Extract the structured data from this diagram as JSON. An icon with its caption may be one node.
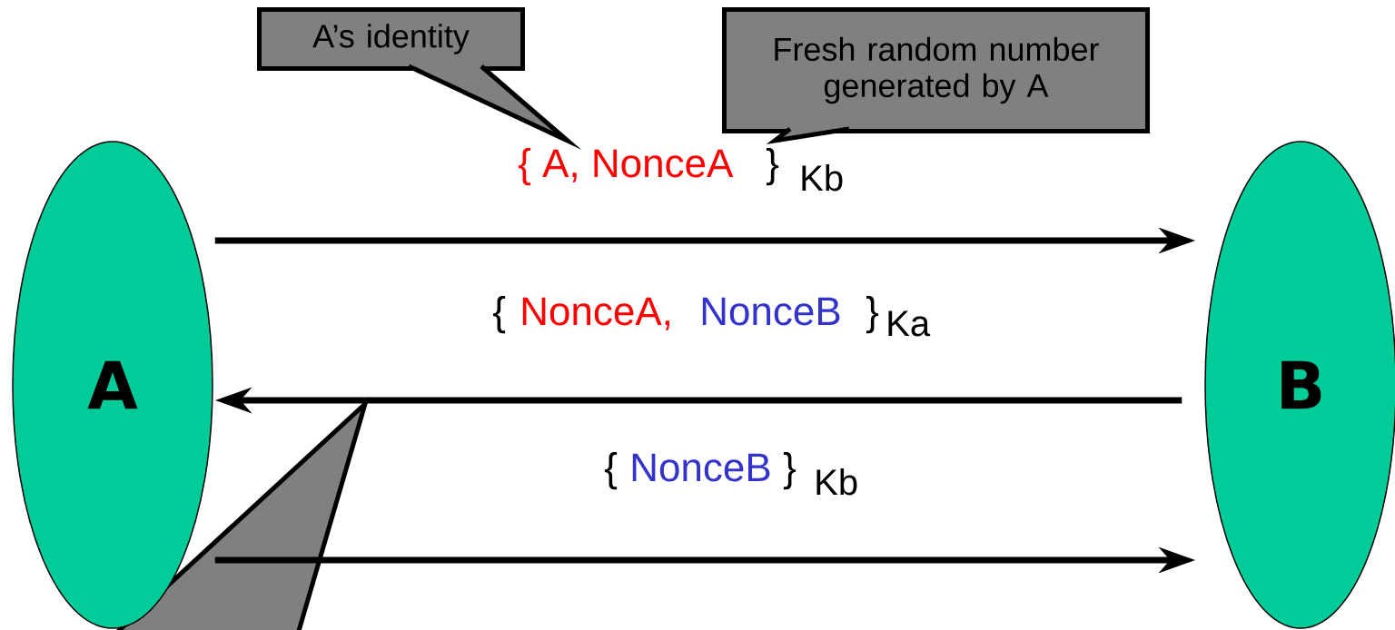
{
  "diagram": {
    "nodes": [
      {
        "text": [
          "A"
        ]
      },
      {
        "text": [
          "B"
        ]
      },
      {
        "text": [
          "A’s identity"
        ]
      },
      {
        "text": [
          "Fresh random number generated by A"
        ]
      }
    ],
    "edges": [
      {
        "from": 0,
        "to": 1,
        "arrow": "to"
      },
      {
        "from": 1,
        "to": 0,
        "arrow": "to"
      },
      {
        "from": 0,
        "to": 1,
        "arrow": "to"
      }
    ],
    "labels": [
      "{ A, NonceA",
      "}",
      "Kb",
      "{",
      "NonceA,",
      "NonceB",
      "}",
      "Ka",
      "{",
      "NonceB",
      "}",
      "Kb"
    ]
  }
}
